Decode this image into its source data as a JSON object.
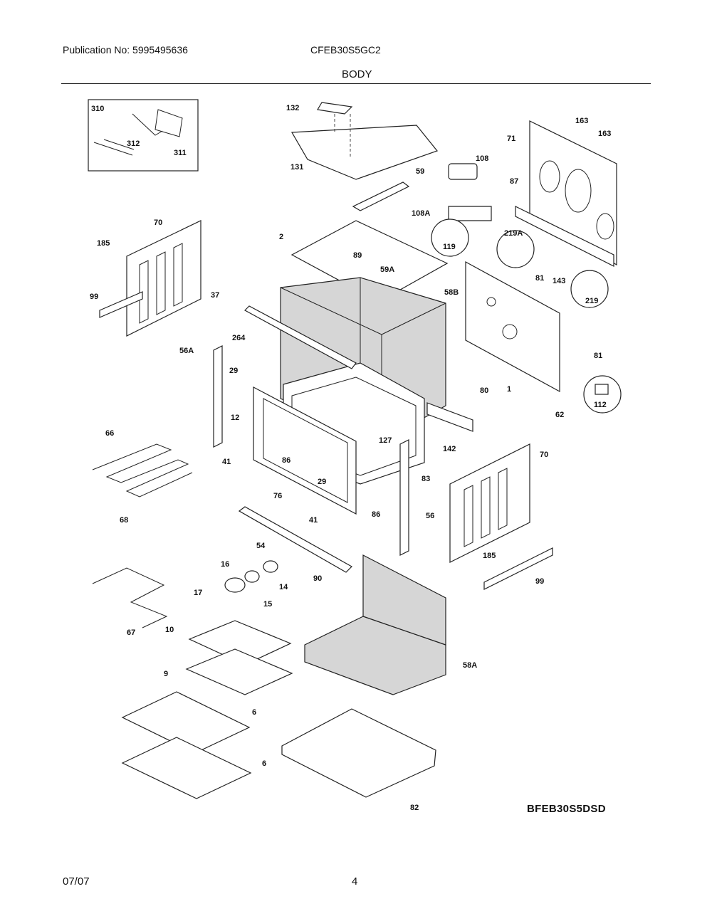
{
  "header": {
    "publication": "Publication No: 5995495636",
    "model": "CFEB30S5GC2",
    "section": "BODY"
  },
  "footer": {
    "date": "07/07",
    "page": "4"
  },
  "diagram_code": "BFEB30S5DSD",
  "callouts": {
    "c310": "310",
    "c312": "312",
    "c311": "311",
    "c132": "132",
    "c131": "131",
    "c163a": "163",
    "c163b": "163",
    "c71": "71",
    "c108": "108",
    "c59": "59",
    "c87": "87",
    "c108A": "108A",
    "c70a": "70",
    "c185a": "185",
    "c99a": "99",
    "c2": "2",
    "c89": "89",
    "c59A": "59A",
    "c119": "119",
    "c219A": "219A",
    "c58B": "58B",
    "c81a": "81",
    "c143": "143",
    "c219": "219",
    "c81b": "81",
    "c37": "37",
    "c264": "264",
    "c56A": "56A",
    "c29a": "29",
    "c12": "12",
    "c80": "80",
    "c1": "1",
    "c112": "112",
    "c62": "62",
    "c66": "66",
    "c41a": "41",
    "c86a": "86",
    "c127": "127",
    "c142": "142",
    "c70b": "70",
    "c29b": "29",
    "c83": "83",
    "c76": "76",
    "c41b": "41",
    "c86b": "86",
    "c56": "56",
    "c68": "68",
    "c54": "54",
    "c185b": "185",
    "c16": "16",
    "c14": "14",
    "c90": "90",
    "c99b": "99",
    "c17": "17",
    "c15": "15",
    "c67": "67",
    "c10": "10",
    "c58A": "58A",
    "c9": "9",
    "c6a": "6",
    "c6b": "6",
    "c82": "82"
  }
}
